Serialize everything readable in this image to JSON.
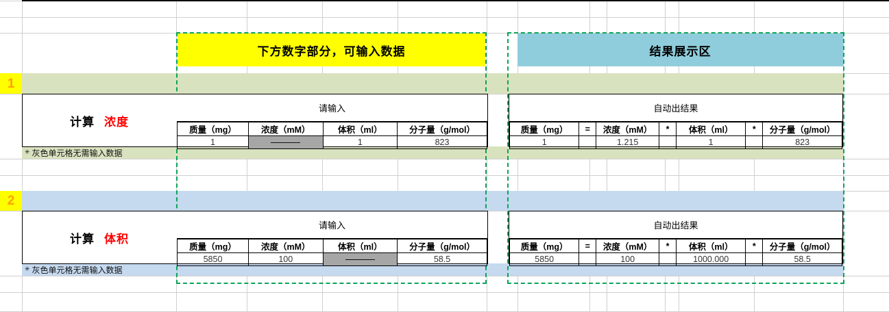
{
  "sheet": {
    "row_markers": [
      {
        "label": "1"
      },
      {
        "label": "2"
      }
    ]
  },
  "section_headers": {
    "input_zone": "下方数字部分，可输入数据",
    "result_zone": "结果展示区"
  },
  "colors": {
    "input_header_bg": "#ffff00",
    "result_header_bg": "#8fcddc",
    "zone_border": "#0aa35a",
    "band_green": "#d9e2bf",
    "band_blue": "#c5d9ef",
    "disabled_cell": "#a6a6a6",
    "highlight_text": "#ff0000",
    "row_marker_text": "#ffa000"
  },
  "blocks": [
    {
      "id": "concentration",
      "label_prefix": "计算",
      "label_target": "浓度",
      "input": {
        "title": "请输入",
        "headers": [
          "质量（mg）",
          "浓度（mM）",
          "体积（ml）",
          "分子量（g/mol）"
        ],
        "values": [
          "1",
          "——",
          "1",
          "823"
        ],
        "disabled_index": 1
      },
      "result": {
        "title": "自动出结果",
        "headers": [
          "质量（mg）",
          "=",
          "浓度（mM）",
          "*",
          "体积（ml）",
          "*",
          "分子量（g/mol）"
        ],
        "values": [
          "1",
          "",
          "1.215",
          "",
          "1",
          "",
          "823"
        ],
        "highlight_index": 2
      },
      "footnote": "灰色单元格无需输入数据"
    },
    {
      "id": "volume",
      "label_prefix": "计算",
      "label_target": "体积",
      "input": {
        "title": "请输入",
        "headers": [
          "质量（mg）",
          "浓度（mM）",
          "体积（ml）",
          "分子量（g/mol）"
        ],
        "values": [
          "5850",
          "100",
          "——",
          "58.5"
        ],
        "disabled_index": 2
      },
      "result": {
        "title": "自动出结果",
        "headers": [
          "质量（mg）",
          "=",
          "浓度（mM）",
          "*",
          "体积（ml）",
          "*",
          "分子量（g/mol）"
        ],
        "values": [
          "5850",
          "",
          "100",
          "",
          "1000.000",
          "",
          "58.5"
        ],
        "highlight_index": 4
      },
      "footnote": "灰色单元格无需输入数据"
    }
  ]
}
